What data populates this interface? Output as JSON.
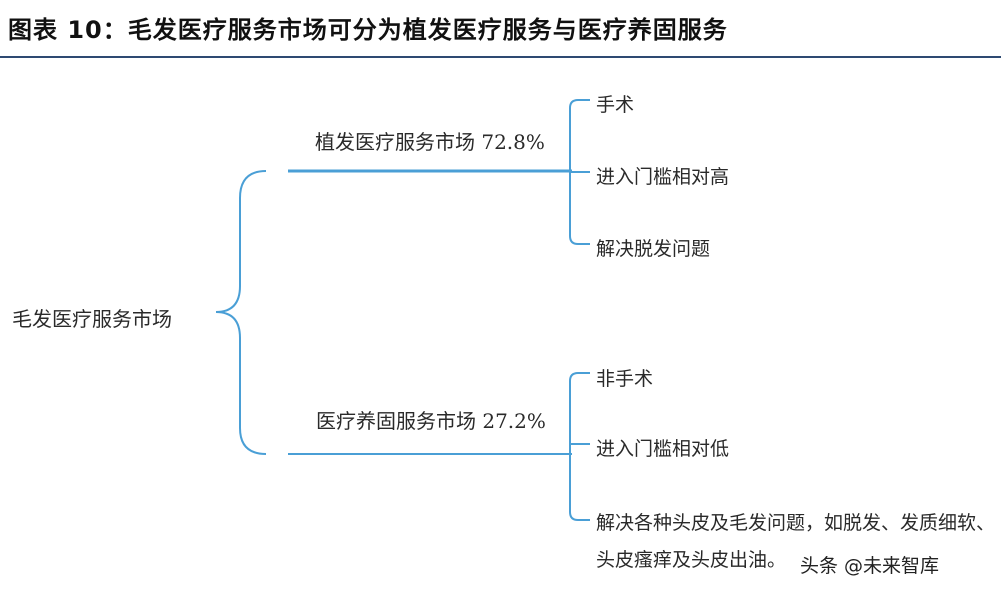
{
  "title": "图表 10：毛发医疗服务市场可分为植发医疗服务与医疗养固服务",
  "diagram": {
    "root": "毛发医疗服务市场",
    "branches": [
      {
        "label": "植发医疗服务市场 72.8%",
        "items": [
          "手术",
          "进入门槛相对高",
          "解决脱发问题"
        ]
      },
      {
        "label": "医疗养固服务市场 27.2%",
        "items": [
          "非手术",
          "进入门槛相对低"
        ],
        "last_item_lines": [
          "解决各种头皮及毛发问题，如脱发、发质细软、",
          "头皮瘙痒及头皮出油。"
        ]
      }
    ]
  },
  "watermark": "头条 @未来智库",
  "colors": {
    "line": "#4a9fd6",
    "title_rule": "#2e4a72"
  }
}
